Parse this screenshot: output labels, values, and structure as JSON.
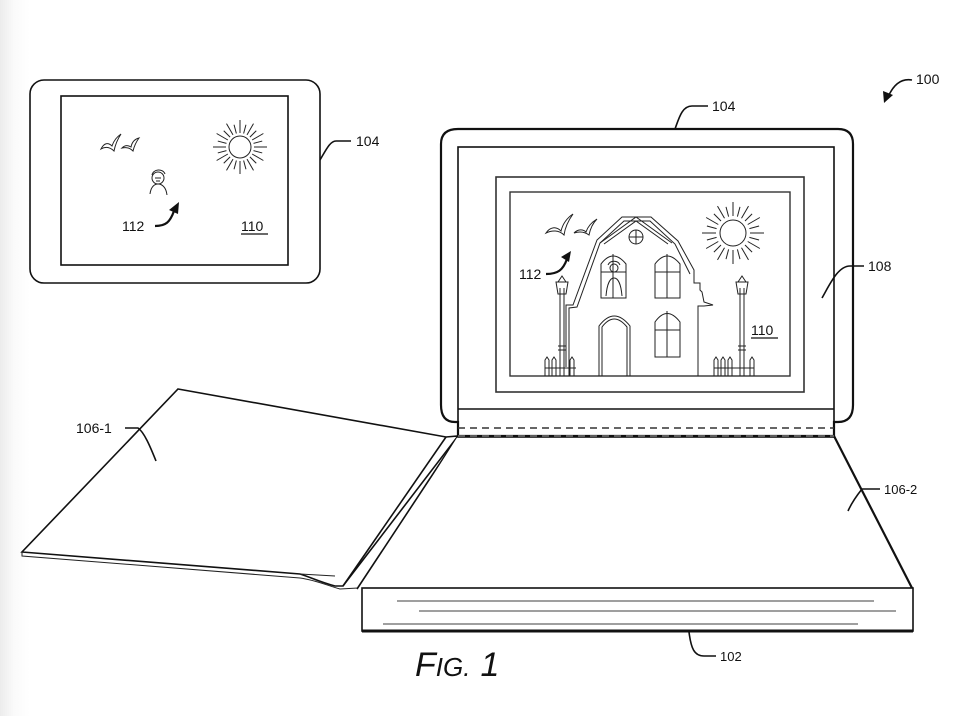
{
  "figure": {
    "caption_prefix": "F",
    "caption_smallcaps": "IG.",
    "caption_number": "1",
    "labels": {
      "system": "100",
      "base": "102",
      "display_device_top": "104",
      "display_device_left": "104",
      "cover_left": "106-1",
      "cover_right": "106-2",
      "display": "108",
      "content_large": "110",
      "content_small": "110",
      "character_large": "112",
      "character_small": "112"
    },
    "scene_elements": [
      "birds",
      "sun",
      "house",
      "person-in-window",
      "street-lamps",
      "fences"
    ]
  }
}
